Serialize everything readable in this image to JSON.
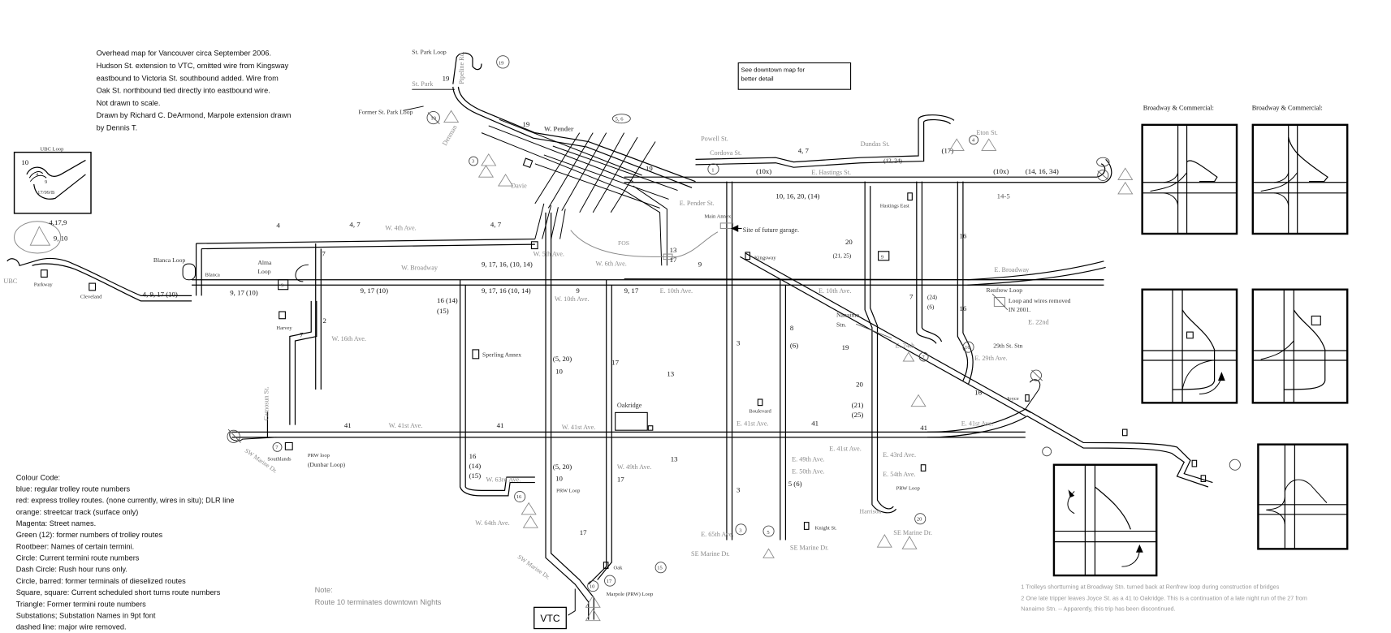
{
  "title_block": {
    "lines": [
      "Overhead map for Vancouver circa September 2006.",
      "Hudson St. extension to VTC, omitted wire from Kingsway",
      "eastbound to Victoria St. southbound added. Wire from",
      "Oak St. northbound tied directly into eastbound wire.",
      "Not drawn to scale.",
      "Drawn by Richard C. DeArmond, Marpole extension drawn",
      "by Dennis T."
    ]
  },
  "downtown_note": {
    "lines": [
      "See downtown map for",
      "better detail"
    ]
  },
  "legend": {
    "title": "Colour Code:",
    "items": [
      "blue: regular trolley route numbers",
      "red: express trolley routes. (none currently, wires in situ); DLR line",
      "orange: streetcar track (surface only)",
      "Magenta: Street names.",
      "Green (12): former numbers of trolley routes",
      "Rootbeer: Names of certain termini.",
      "Circle: Current termini route numbers",
      "Dash Circle: Rush hour runs only.",
      "Circle, barred: former terminals of dieselized routes",
      "Square, square: Current scheduled short turns route numbers",
      "Triangle: Former termini route numbers",
      "Substations; Substation Names in 9pt font",
      "dashed line: major wire removed."
    ]
  },
  "route_note": {
    "title": "Note:",
    "text": "Route 10 terminates downtown Nights"
  },
  "footnotes": [
    "1 Trolleys shortturning at Broadway Stn. turned back at Renfrew loop during construction of bridges",
    "2 One late tripper leaves Joyce St. as a 41 to Oakridge. This is a continuation of a late night run of the 27 from",
    "Nanaimo Stn. -- Apparently, this trip has been discontinued."
  ],
  "insets": {
    "ubc_loop_title": "UBC Loop",
    "ubc_loop_route": "10",
    "ubc_loop_labels": [
      "4",
      "9",
      "17/99/B"
    ],
    "broadway_commercial_1": "Broadway & Commercial:",
    "broadway_commercial_2": "Broadway & Commercial:"
  },
  "streets": {
    "w_pender": "W. Pender",
    "powell": "Powell St.",
    "cordova": "Cordova St.",
    "dundas": "Dundas St.",
    "e_hastings": "E. Hastings St.",
    "e_pender": "E. Pender St.",
    "w_4th": "W. 4th Ave.",
    "w_5th": "W. 5th Ave.",
    "w_6th": "W. 6th Ave.",
    "w_broadway": "W. Broadway",
    "e_broadway": "E. Broadway",
    "w_10th": "W. 10th Ave.",
    "e_10th": "E. 10th Ave.",
    "e_10th_b": "E. 10th Ave.",
    "w_16th": "W. 16th Ave.",
    "e_22nd": "E. 22nd",
    "e_24th": "E. 24th",
    "e_29th": "E. 29th Ave.",
    "w_41st": "W. 41st Ave.",
    "w_41st_b": "W. 41st Ave.",
    "e_41st": "E. 41st Ave.",
    "e_41st_b": "E. 41st Ave.",
    "e_41st_c": "E. 41st Ave.",
    "w_49th": "W. 49th Ave.",
    "e_49th": "E. 49th Ave.",
    "e_50th": "E. 50th Ave.",
    "e_43rd": "E. 43rd Ave.",
    "e_54th": "E. 54th Ave.",
    "e_65th": "E. 65th Ave.",
    "w_63rd": "W. 63rd Ave.",
    "w_64th": "W. 64th Ave.",
    "sw_marine": "SW Marine Dr.",
    "sw_marine_b": "SW Marine Dr.",
    "se_marine": "SE Marine Dr.",
    "se_marine_b": "SE Marine Dr.",
    "se_marine_c": "SE Marine Dr.",
    "camosun": "Camosun St.",
    "denman": "Denman",
    "davie": "Davie",
    "st_park": "St. Park",
    "pipeline": "Pipeline Rd.",
    "eton": "Eton St."
  },
  "termini": {
    "st_park_loop": "St. Park Loop",
    "former_st_park_loop": "Former St. Park Loop",
    "ubc": "UBC",
    "parkway": "Parkway",
    "cleveland": "Cleveland",
    "blanca_loop": "Blanca Loop",
    "blanca": "Blanca",
    "alma_loop_1": "Alma",
    "alma_loop_2": "Loop",
    "harvey": "Harvey",
    "sperling_annex": "Sperling Annex",
    "oakridge": "Oakridge",
    "fos": "FOS",
    "future_garage": "Site of future garage.",
    "kingsway": "Kingsway",
    "hastings_east": "Hastings East",
    "renfrew_loop": "Renfrew Loop",
    "renfrew_note_1": "Loop and wires removed",
    "renfrew_note_2": "IN 2001.",
    "nanaimo_1": "Nanaimo",
    "nanaimo_2": "Stn.",
    "stn_29th": "29th St. Stn",
    "joyce": "Joyce",
    "boulevard": "Boulevard",
    "prw_loop": "PRW Loop",
    "prw_loop_b": "PRW Loop",
    "prw_loop_c": "PRW loop",
    "dunbar_loop": "(Dunbar Loop)",
    "southlands": "Southlands",
    "harrison": "Harrison",
    "knight": "Knight St.",
    "oak": "Oak",
    "marpole": "Marpole (PRW) Loop",
    "vtc": "VTC",
    "main_annex": "Main Annex"
  },
  "routes": {
    "r19a": "19",
    "r19b": "19",
    "r19c": "19",
    "r19d": "19",
    "r4_7a": "4, 7",
    "r4_7b": "4, 7",
    "r4_7c": "4, 7",
    "r4a": "4",
    "r7a": "7",
    "r10x": "(10x)",
    "r10x_b": "(10x)",
    "r10_16_20": "10, 16, 20, (14)",
    "r12_24": "(12, 24)",
    "r17p": "(17)",
    "r14_16_34": "(14, 16, 34)",
    "r14_5": "14-5",
    "r4_17_9": "4,17,9",
    "r9_10": "9, 10",
    "r9_17_10a": "9, 17 (10)",
    "r9_17_10b": "9, 17 (10)",
    "r4_9_17": "4, 9, 17 (10)",
    "r9_17_16a": "9, 17, 16, (10, 14)",
    "r9_17_16b": "9, 17, 16 (10, 14)",
    "r9": "9",
    "r9b": "9",
    "r9_17": "9, 17",
    "r13": "13",
    "r17": "17",
    "r13b": "13",
    "r17b": "17",
    "r16_14": "16 (14)",
    "r15": "(15)",
    "r5_20a": "(5, 20)",
    "r10a": "10",
    "r5_20b": "(5, 20)",
    "r10b": "10",
    "r20": "20",
    "r21_25": "(21, 25)",
    "r3": "3",
    "r8": "8",
    "r6": "(6)",
    "r19e": "19",
    "r20b": "20",
    "r21": "(21)",
    "r25": "(25)",
    "r7b": "7",
    "r24": "(24)",
    "r6b": "(6)",
    "r16a": "16",
    "r16b": "16",
    "r16c": "16",
    "r41a": "41",
    "r41b": "41",
    "r41c": "41",
    "r41d": "41",
    "r41e": "41",
    "r13c": "13",
    "r17c": "17",
    "r13d": "13",
    "r16_14_15a": "16",
    "r16_14_15b": "(14)",
    "r16_14_15c": "(15)",
    "r5_6": "5 (6)",
    "r3b": "3",
    "r17d": "17",
    "r2": "2",
    "r4_7d": "4, 7",
    "r7c": "7"
  },
  "badges": {
    "c19": "19",
    "c5_6": "5, 6",
    "c3": "3",
    "c1": "1",
    "c4": "4",
    "c16": "16",
    "c7": "7",
    "c3b": "3",
    "c5": "5",
    "c20": "20",
    "c15": "15",
    "c17": "17",
    "c10": "10",
    "c16b": "16",
    "c16c": "16",
    "c7b": "7",
    "c10x": "10",
    "sq9": "9",
    "sq9b": "9"
  }
}
